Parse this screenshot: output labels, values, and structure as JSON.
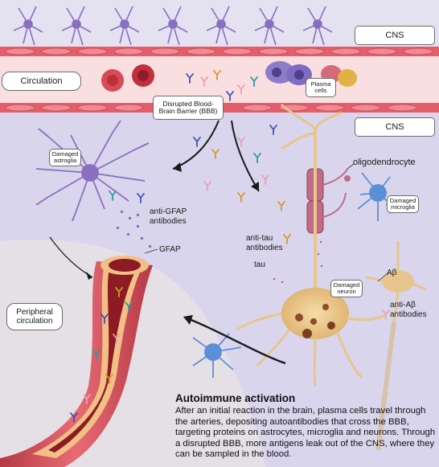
{
  "labels": {
    "cns_top": "CNS",
    "circulation": "Circulation",
    "plasma_cells": "Plasma\ncells",
    "bbb": "Disrupted Blood-\nBrain Barrier (BBB)",
    "cns_mid": "CNS",
    "damaged_astroglia": "Damaged\nastroglia",
    "oligodendrocyte": "oligodendrocyte",
    "damaged_microglia": "Damaged\nmicroglia",
    "anti_gfap": "anti-GFAP\nantibodies",
    "gfap": "GFAP",
    "anti_tau": "anti-tau\nantibodies",
    "tau": "tau",
    "damaged_neuron": "Damaged\nneuron",
    "abeta": "Aβ",
    "anti_abeta": "anti-Aβ\nantibodies",
    "peripheral_circulation": "Peripheral\ncirculation"
  },
  "caption": {
    "title": "Autoimmune activation",
    "body": "After an initial reaction in the brain, plasma cells travel through the arteries, depositing autoantibodies that cross the BBB, targeting proteins on astrocytes, microglia and neurons. Through a disrupted BBB,  more antigens leak out of the CNS, where they can be sampled in the blood."
  },
  "colors": {
    "cns_background": "#d9d5ec",
    "vessel_wall": "#e35d6a",
    "vessel_lumen": "#f9dfe0",
    "astrocyte": "#8a6fbf",
    "neuron": "#e7c58c",
    "oligodendrocyte": "#c26b86",
    "microglia": "#5b8fd6",
    "peripheral_background": "#e6e0e6",
    "blood": "#8c1b24",
    "antibody_blue": "#3f51b5",
    "antibody_pink": "#e8a0b8",
    "antibody_gold": "#d49a2a",
    "antibody_teal": "#2f9c9c"
  }
}
